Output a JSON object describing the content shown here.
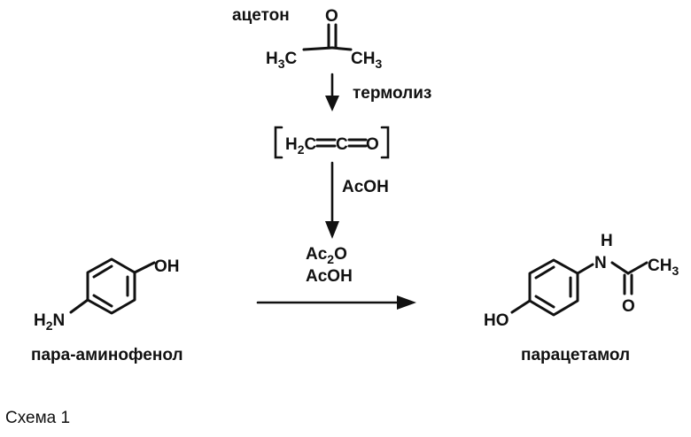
{
  "reagents": {
    "acetone_label": "ацетон",
    "thermolysis_label": "термолиз",
    "acoh_label": "AcOH",
    "acetic_anhydride_label": "Ac2O",
    "acetic_acid_label": "AcOH"
  },
  "molecules": {
    "acetone": {
      "left_methyl": "H3C",
      "right_methyl": "CH3",
      "oxygen": "O"
    },
    "ketene": {
      "formula_h2c": "H2C",
      "formula_c": "C",
      "formula_o": "O"
    },
    "para_aminophenol": {
      "label": "пара-аминофенол",
      "hydroxyl": "OH",
      "amino": "H2N"
    },
    "paracetamol": {
      "label": "парацетамол",
      "hydroxyl": "HO",
      "nh_h": "H",
      "nh_n": "N",
      "oxygen": "O",
      "methyl": "CH3"
    }
  },
  "caption": "Схема 1"
}
